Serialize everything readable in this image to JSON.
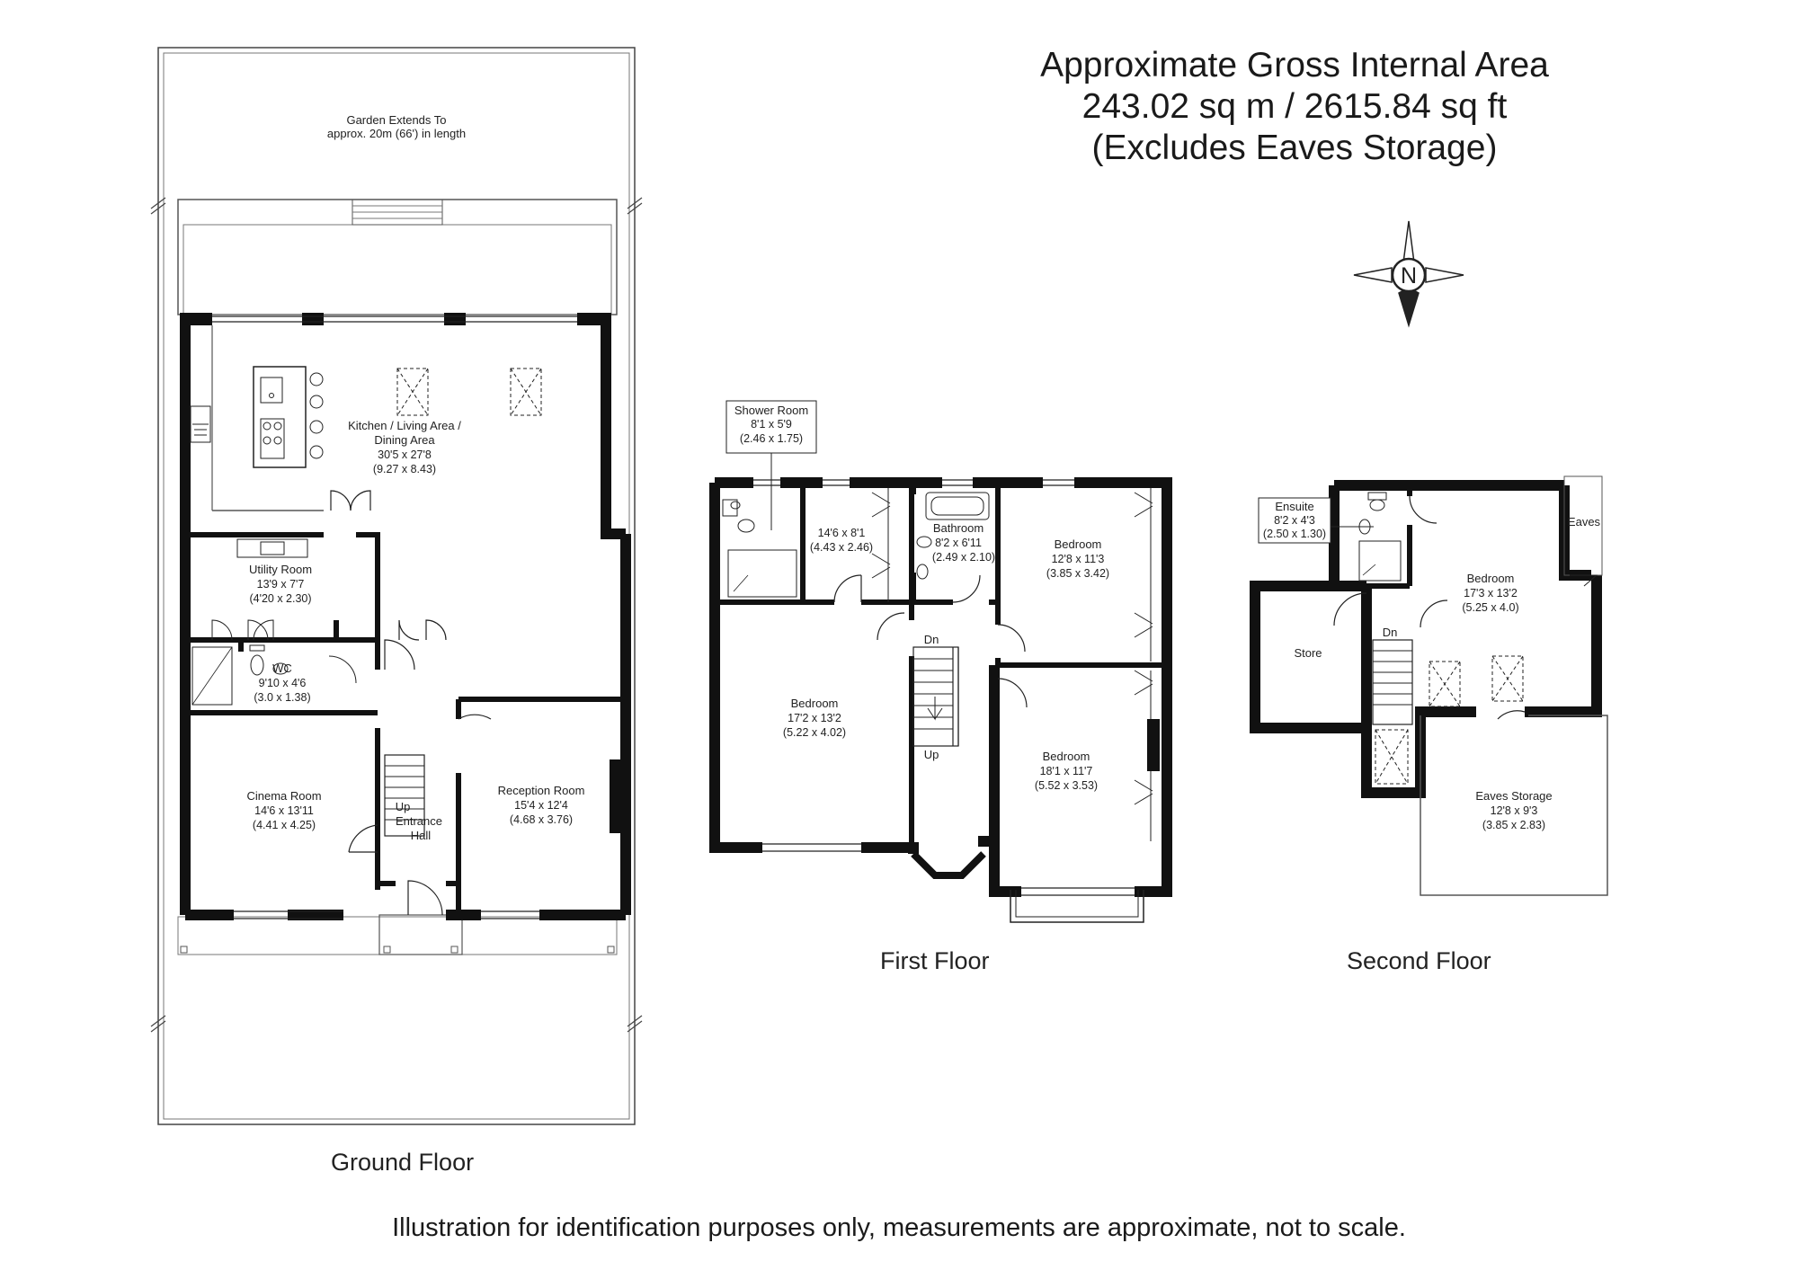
{
  "header": {
    "line1": "Approximate Gross Internal Area",
    "line2": "243.02 sq m / 2615.84 sq ft",
    "line3": "(Excludes Eaves Storage)"
  },
  "compass": {
    "north_label": "N"
  },
  "floors": {
    "ground": {
      "label": "Ground Floor",
      "garden_line1": "Garden Extends To",
      "garden_line2": "approx. 20m (66') in length",
      "kitchen": {
        "name1": "Kitchen / Living Area /",
        "name2": "Dining Area",
        "imperial": "30'5 x 27'8",
        "metric": "(9.27 x 8.43)"
      },
      "utility": {
        "name": "Utility Room",
        "imperial": "13'9 x 7'7",
        "metric": "(4'20 x 2.30)"
      },
      "wc": {
        "name": "WC",
        "imperial": "9'10 x 4'6",
        "metric": "(3.0 x 1.38)"
      },
      "cinema": {
        "name": "Cinema Room",
        "imperial": "14'6 x 13'11",
        "metric": "(4.41 x 4.25)"
      },
      "reception": {
        "name": "Reception Room",
        "imperial": "15'4 x 12'4",
        "metric": "(4.68 x 3.76)"
      },
      "hall": {
        "name1": "Entrance",
        "name2": "Hall",
        "up": "Up"
      }
    },
    "first": {
      "label": "First Floor",
      "shower": {
        "name": "Shower Room",
        "imperial": "8'1 x 5'9",
        "metric": "(2.46 x 1.75)"
      },
      "small_room": {
        "imperial": "14'6 x 8'1",
        "metric": "(4.43 x 2.46)"
      },
      "bathroom": {
        "name": "Bathroom",
        "imperial": "8'2 x 6'11",
        "metric": "(2.49 x 2.10)"
      },
      "bedroom_ne": {
        "name": "Bedroom",
        "imperial": "12'8 x 11'3",
        "metric": "(3.85 x 3.42)"
      },
      "bedroom_w": {
        "name": "Bedroom",
        "imperial": "17'2 x 13'2",
        "metric": "(5.22 x 4.02)"
      },
      "bedroom_se": {
        "name": "Bedroom",
        "imperial": "18'1 x 11'7",
        "metric": "(5.52 x 3.53)"
      },
      "stairs_dn": "Dn",
      "stairs_up": "Up"
    },
    "second": {
      "label": "Second Floor",
      "ensuite": {
        "name": "Ensuite",
        "imperial": "8'2 x 4'3",
        "metric": "(2.50 x 1.30)"
      },
      "store": {
        "name": "Store"
      },
      "bedroom": {
        "name": "Bedroom",
        "imperial": "17'3 x 13'2",
        "metric": "(5.25 x 4.0)"
      },
      "eaves": "Eaves",
      "eaves_storage": {
        "name": "Eaves Storage",
        "imperial": "12'8 x 9'3",
        "metric": "(3.85 x 2.83)"
      },
      "stairs_dn": "Dn"
    }
  },
  "footer": "Illustration for identification purposes only, measurements are approximate, not to scale."
}
